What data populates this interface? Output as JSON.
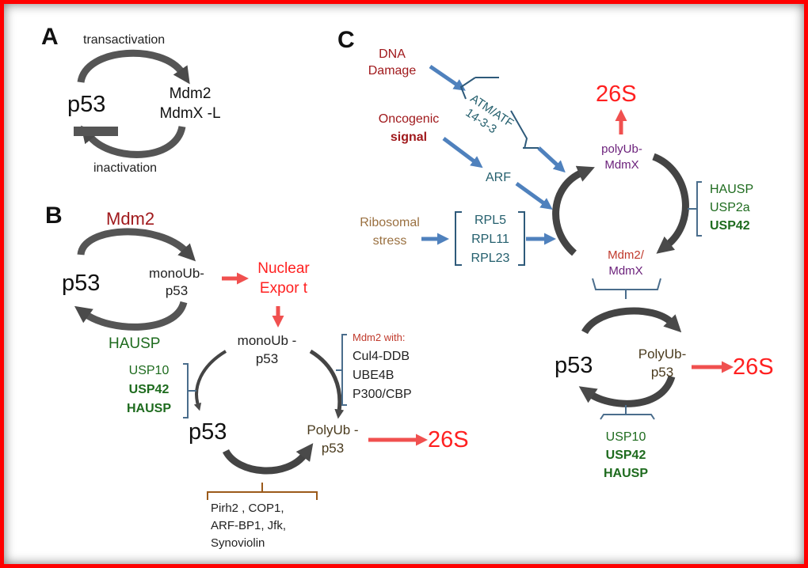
{
  "colors": {
    "frame": "#ff0000",
    "cycle_arrow": "#595959",
    "blue_arrow": "#4f81bd",
    "red_arrow": "#f0504f",
    "green_text": "#1e6b1e",
    "darkred_text": "#a0191c",
    "purple_text": "#6a1f7a",
    "teal_text": "#245f6d",
    "tan_text": "#9a7040",
    "brown_bracket": "#9b5a1a"
  },
  "panel_a": {
    "letter": "A",
    "top_label": "transactivation",
    "bottom_label": "inactivation",
    "p53": "p53",
    "right_line1": "Mdm2",
    "right_line2": "MdmX -L"
  },
  "panel_b": {
    "letter": "B",
    "mdm2": "Mdm2",
    "p53_top": "p53",
    "monoub_line1": "monoUb-",
    "monoub_line2": "p53",
    "hausp": "HAUSP",
    "nuclear_line1": "Nuclear",
    "nuclear_line2": "Expor t",
    "nuc_monoub_line1": "monoUb -",
    "nuc_monoub_line2": "p53",
    "mdm2_with": "Mdm2 with:",
    "partners": [
      "Cul4-DDB",
      "UBE4B",
      "P300/CBP"
    ],
    "dubs": [
      "USP10",
      "USP42",
      "HAUSP"
    ],
    "p53_bottom": "p53",
    "polyub_line1": "PolyUb -",
    "polyub_line2": "p53",
    "proteasome": "26S",
    "e3_ligases": [
      "Pirh2 , COP1,",
      "ARF-BP1, Jfk,",
      "Synoviolin"
    ]
  },
  "panel_c": {
    "letter": "C",
    "dna_line1": "DNA",
    "dna_line2": "Damage",
    "oncogenic_line1": "Oncogenic",
    "oncogenic_line2": "signal",
    "ribosomal_line1": "Ribosomal",
    "ribosomal_line2": "stress",
    "atm_line1": "ATM/ATF",
    "atm_line2": "14-3-3",
    "arf": "ARF",
    "rpl": [
      "RPL5",
      "RPL11",
      "RPL23"
    ],
    "proteasome_top": "26S",
    "polyub_mdmx_line1": "polyUb-",
    "polyub_mdmx_line2": "MdmX",
    "dubs_right": [
      "HAUSP",
      "USP2a",
      "USP42"
    ],
    "mdm2_mdmx_line1": "Mdm2/",
    "mdm2_mdmx_line2": "MdmX",
    "p53": "p53",
    "polyub_p53_line1": "PolyUb-",
    "polyub_p53_line2": "p53",
    "proteasome_right": "26S",
    "dubs_bottom": [
      "USP10",
      "USP42",
      "HAUSP"
    ]
  }
}
